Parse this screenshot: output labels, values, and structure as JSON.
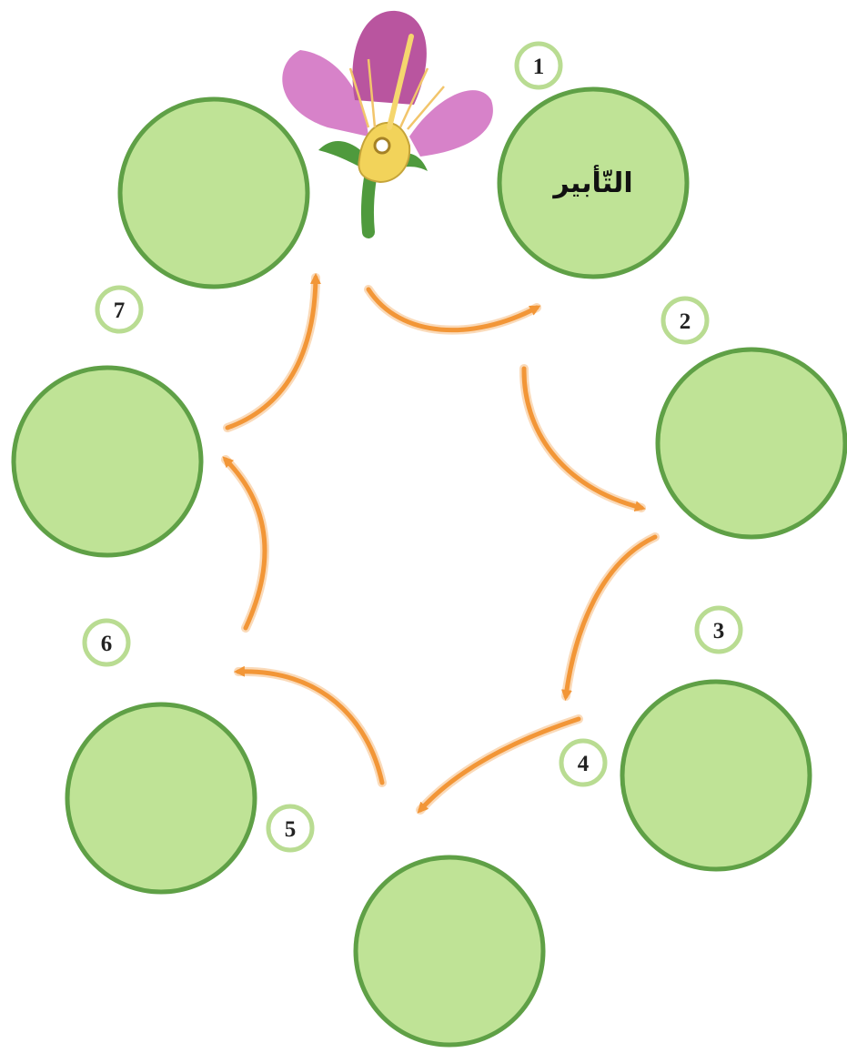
{
  "cycle": {
    "stages": [
      {
        "number": "1",
        "label": "التّأبير"
      },
      {
        "number": "2",
        "label": ""
      },
      {
        "number": "3",
        "label": ""
      },
      {
        "number": "4",
        "label": ""
      },
      {
        "number": "5",
        "label": ""
      },
      {
        "number": "6",
        "label": ""
      },
      {
        "number": "7",
        "label": ""
      }
    ]
  },
  "colors": {
    "circle_fill": "#bfe396",
    "circle_stroke": "#5fa046",
    "badge_fill": "#ffffff",
    "badge_stroke": "#b9dc92",
    "arrow": "#f29637",
    "petal": "#d782c9",
    "petal_dark": "#b9559f",
    "stem": "#4f9a3d",
    "ovary": "#f2d35a"
  },
  "icons": {
    "flower": "flower-cross-section-icon",
    "arrow": "cycle-arrow-icon"
  }
}
